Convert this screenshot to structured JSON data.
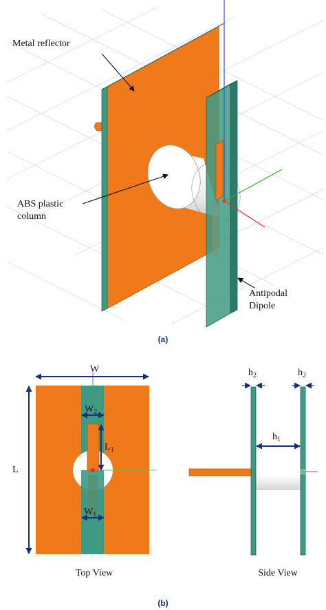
{
  "panel_a": {
    "caption": "(a)",
    "callouts": {
      "reflector": "Metal reflector",
      "column_line1": "ABS plastic",
      "column_line2": "column",
      "dipole_line1": "Antipodal",
      "dipole_line2": "Dipole"
    }
  },
  "panel_b": {
    "caption": "(b)",
    "top_view": {
      "title": "Top View",
      "dims": {
        "W": "W",
        "W2": "W",
        "W2_sub": "2",
        "L1": "L",
        "L1_sub": "1",
        "L": "L",
        "W1": "W",
        "W1_sub": "1"
      }
    },
    "side_view": {
      "title": "Side View",
      "dims": {
        "h2_left": "h",
        "h2_left_sub": "2",
        "h2_right": "h",
        "h2_right_sub": "2",
        "h1": "h",
        "h1_sub": "1"
      }
    }
  },
  "colors": {
    "orange": "#f07a1a",
    "green": "#3f9a84",
    "green_dark": "#2d7a66",
    "dim_arrow": "#1a2f7a",
    "grid": "#d8dcdc"
  }
}
